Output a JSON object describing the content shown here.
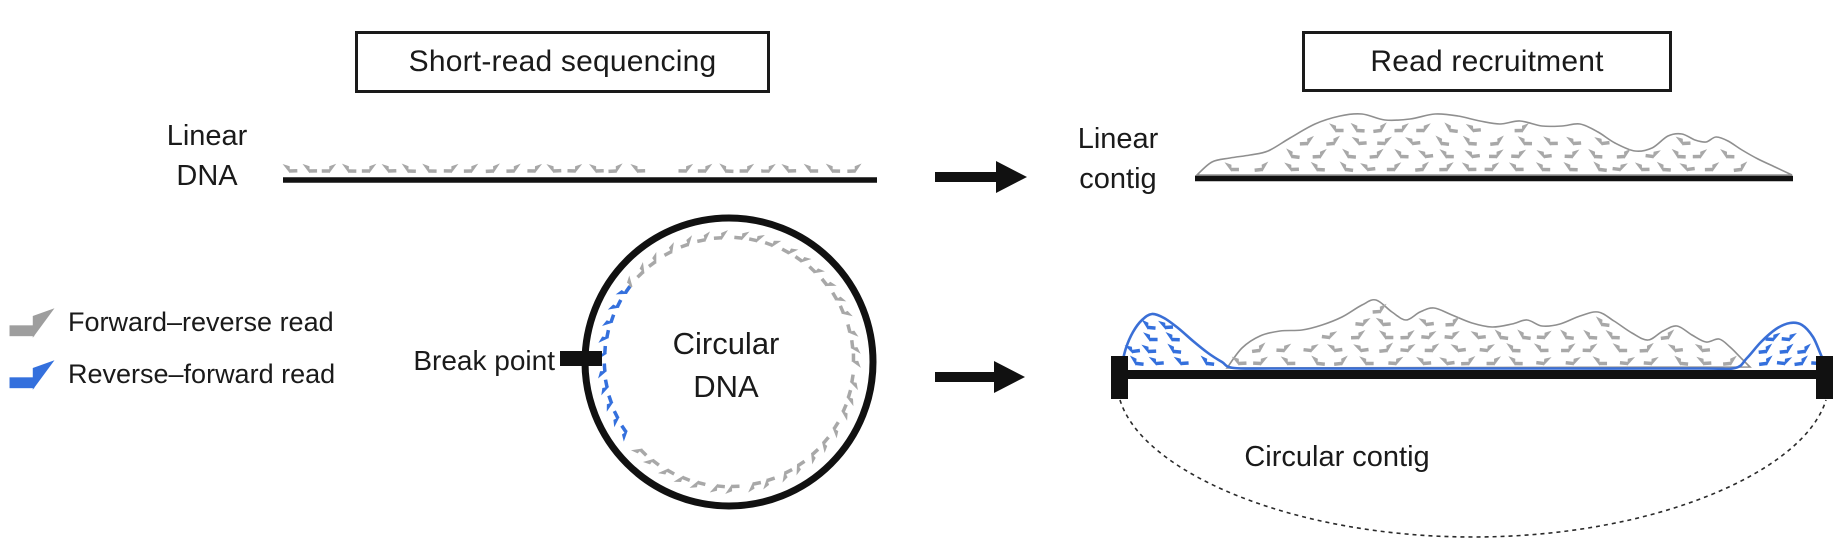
{
  "panels": {
    "sequencing_title": "Short-read sequencing",
    "recruitment_title": "Read recruitment"
  },
  "labels": {
    "linear_dna": "Linear\nDNA",
    "linear_contig": "Linear\ncontig",
    "circular_dna": "Circular\nDNA",
    "break_point": "Break point",
    "circular_contig": "Circular contig"
  },
  "legend": {
    "items": [
      {
        "icon": "forward-reverse-read-arrow-icon",
        "label": "Forward–reverse read",
        "color": "#9e9e9e"
      },
      {
        "icon": "reverse-forward-read-arrow-icon",
        "label": "Reverse–forward read",
        "color": "#3470dd"
      }
    ]
  },
  "colors": {
    "ink": "#111111",
    "read_gray": "#a8a8a8",
    "read_blue": "#3470dd",
    "outline_gray": "#8f8f8f",
    "outline_blue": "#3a6fd6"
  }
}
